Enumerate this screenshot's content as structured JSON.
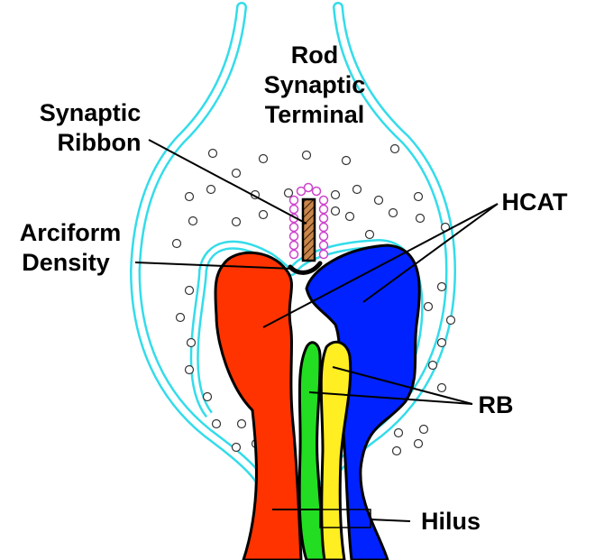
{
  "labels": {
    "title_line1": "Rod",
    "title_line2": "Synaptic",
    "title_line3": "Terminal",
    "synaptic_ribbon_line1": "Synaptic",
    "synaptic_ribbon_line2": "Ribbon",
    "arciform_line1": "Arciform",
    "arciform_line2": "Density",
    "hcat": "HCAT",
    "rb": "RB",
    "hilus": "Hilus"
  },
  "colors": {
    "membrane": "#33dcea",
    "horizontal_left": "#ff3300",
    "horizontal_right": "#0022ff",
    "bipolar_green": "#22dd22",
    "bipolar_yellow": "#ffee22",
    "ribbon": "#c9864a",
    "vesicle_halo": "#cc44cc"
  }
}
